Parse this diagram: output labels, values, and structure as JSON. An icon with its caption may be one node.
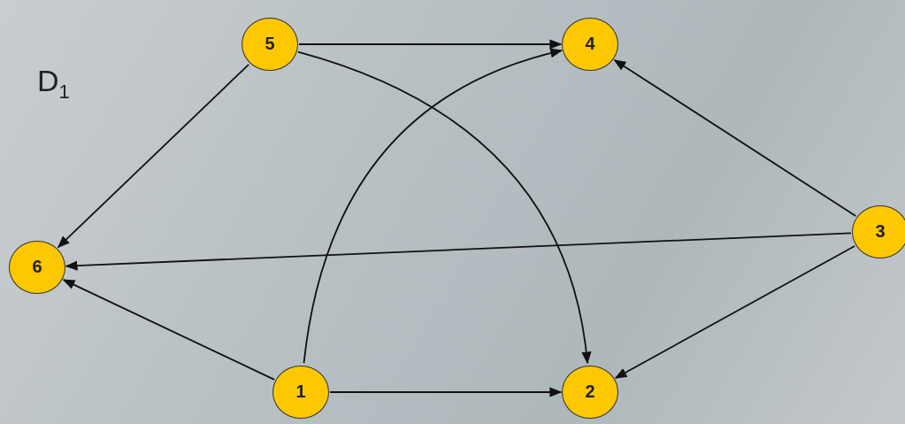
{
  "diagram": {
    "nodes": [
      {
        "text": [
          "5"
        ]
      },
      {
        "text": [
          "4"
        ]
      },
      {
        "text": [
          "6"
        ]
      },
      {
        "text": [
          "3"
        ]
      },
      {
        "text": [
          "1"
        ]
      },
      {
        "text": [
          "2"
        ]
      }
    ],
    "edges": [
      {
        "from": 0,
        "to": 1,
        "arrow": "to"
      },
      {
        "from": 0,
        "to": 2,
        "arrow": "to"
      },
      {
        "from": 0,
        "to": 5,
        "arrow": "to"
      },
      {
        "from": 4,
        "to": 1,
        "arrow": "to"
      },
      {
        "from": 4,
        "to": 5,
        "arrow": "to"
      },
      {
        "from": 4,
        "to": 2,
        "arrow": "to"
      },
      {
        "from": 3,
        "to": 1,
        "arrow": "to"
      },
      {
        "from": 3,
        "to": 2,
        "arrow": "to"
      },
      {
        "from": 3,
        "to": 5,
        "arrow": "to"
      }
    ],
    "labels": [
      "D$_{1}$"
    ]
  }
}
